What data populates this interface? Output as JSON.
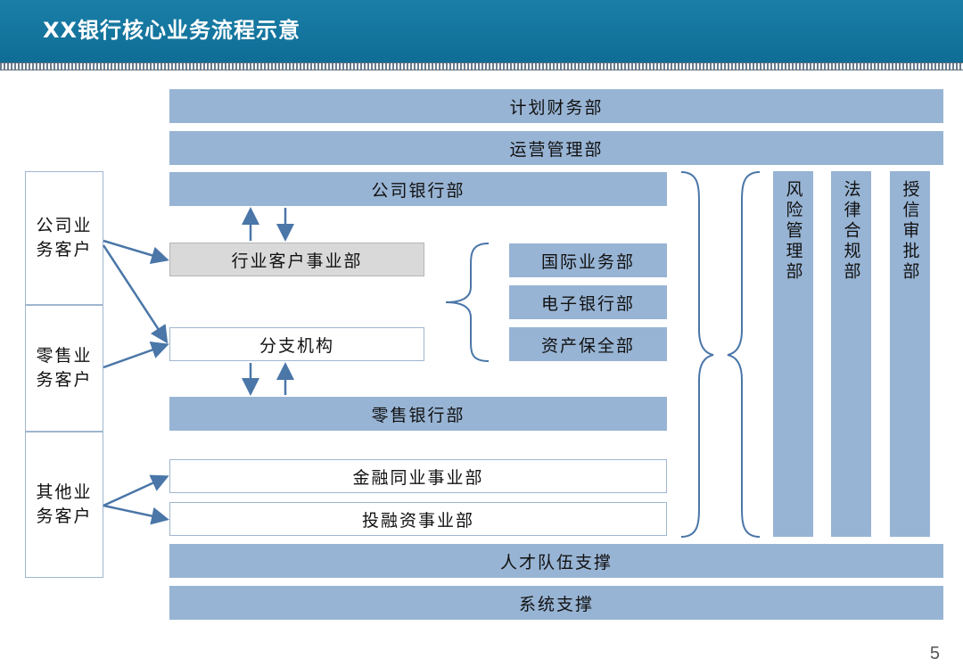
{
  "header": {
    "title": "XX银行核心业务流程示意"
  },
  "page_number": "5",
  "customers": {
    "corporate": "公司业务客户",
    "retail": "零售业务客户",
    "other": "其他业务客户"
  },
  "departments": {
    "planning_finance": "计划财务部",
    "operations": "运营管理部",
    "corporate_banking": "公司银行部",
    "industry_customer": "行业客户事业部",
    "branches": "分支机构",
    "retail_banking": "零售银行部",
    "financial_interbank": "金融同业事业部",
    "investment_banking": "投融资事业部",
    "international": "国际业务部",
    "e_banking": "电子银行部",
    "asset_preservation": "资产保全部",
    "risk_management": "风险管理部",
    "legal_compliance": "法律合规部",
    "credit_approval": "授信审批部",
    "talent_support": "人才队伍支撑",
    "system_support": "系统支撑"
  },
  "colors": {
    "header_bg": "#0f6d95",
    "dept_fill": "#98b4d4",
    "highlight_fill": "#d9d9d9",
    "arrow": "#4a76a8"
  }
}
